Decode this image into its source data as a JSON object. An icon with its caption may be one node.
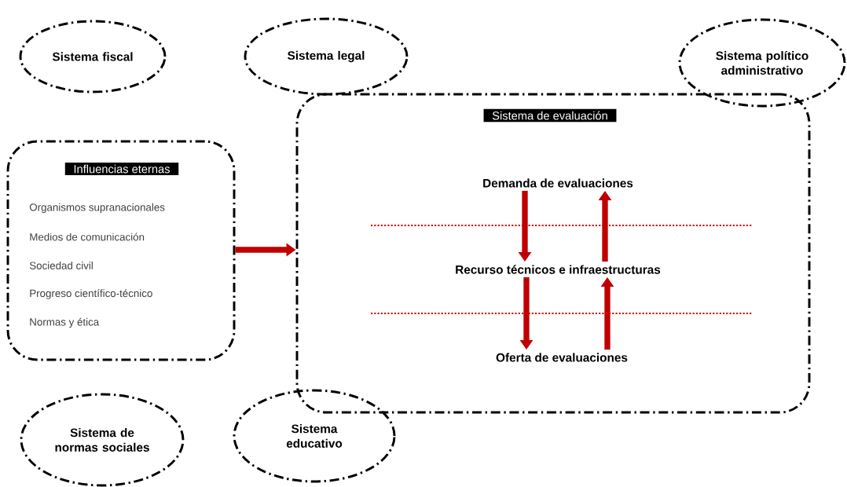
{
  "diagram": {
    "nodes": [
      {
        "text": [
          "Sistema fiscal"
        ]
      },
      {
        "text": [
          "Sistema legal"
        ]
      },
      {
        "text": [
          "Sistema político administrativo"
        ]
      },
      {
        "text": [
          "Influencias eternas",
          "Organismos supranacionales",
          "Medios de comunicación",
          "Sociedad civil",
          "Progreso científico-técnico",
          "Normas y ética"
        ]
      },
      {
        "text": [
          "Sistema de evaluación"
        ]
      },
      {
        "text": [
          "Demanda de evaluaciones"
        ],
        "in": 4
      },
      {
        "text": [
          "Recurso técnicos e infraestructuras"
        ],
        "in": 4
      },
      {
        "text": [
          "Oferta de evaluaciones"
        ],
        "in": 4
      },
      {
        "text": [
          "Sistema de normas sociales"
        ]
      },
      {
        "text": [
          "Sistema educativo"
        ]
      }
    ],
    "edges": [
      {
        "from": 3,
        "to": 4,
        "arrow": "to"
      },
      {
        "from": 5,
        "to": 6,
        "arrow": "to"
      },
      {
        "from": 6,
        "to": 5,
        "arrow": "to"
      },
      {
        "from": 6,
        "to": 7,
        "arrow": "to"
      },
      {
        "from": 7,
        "to": 6,
        "arrow": "to"
      }
    ]
  }
}
